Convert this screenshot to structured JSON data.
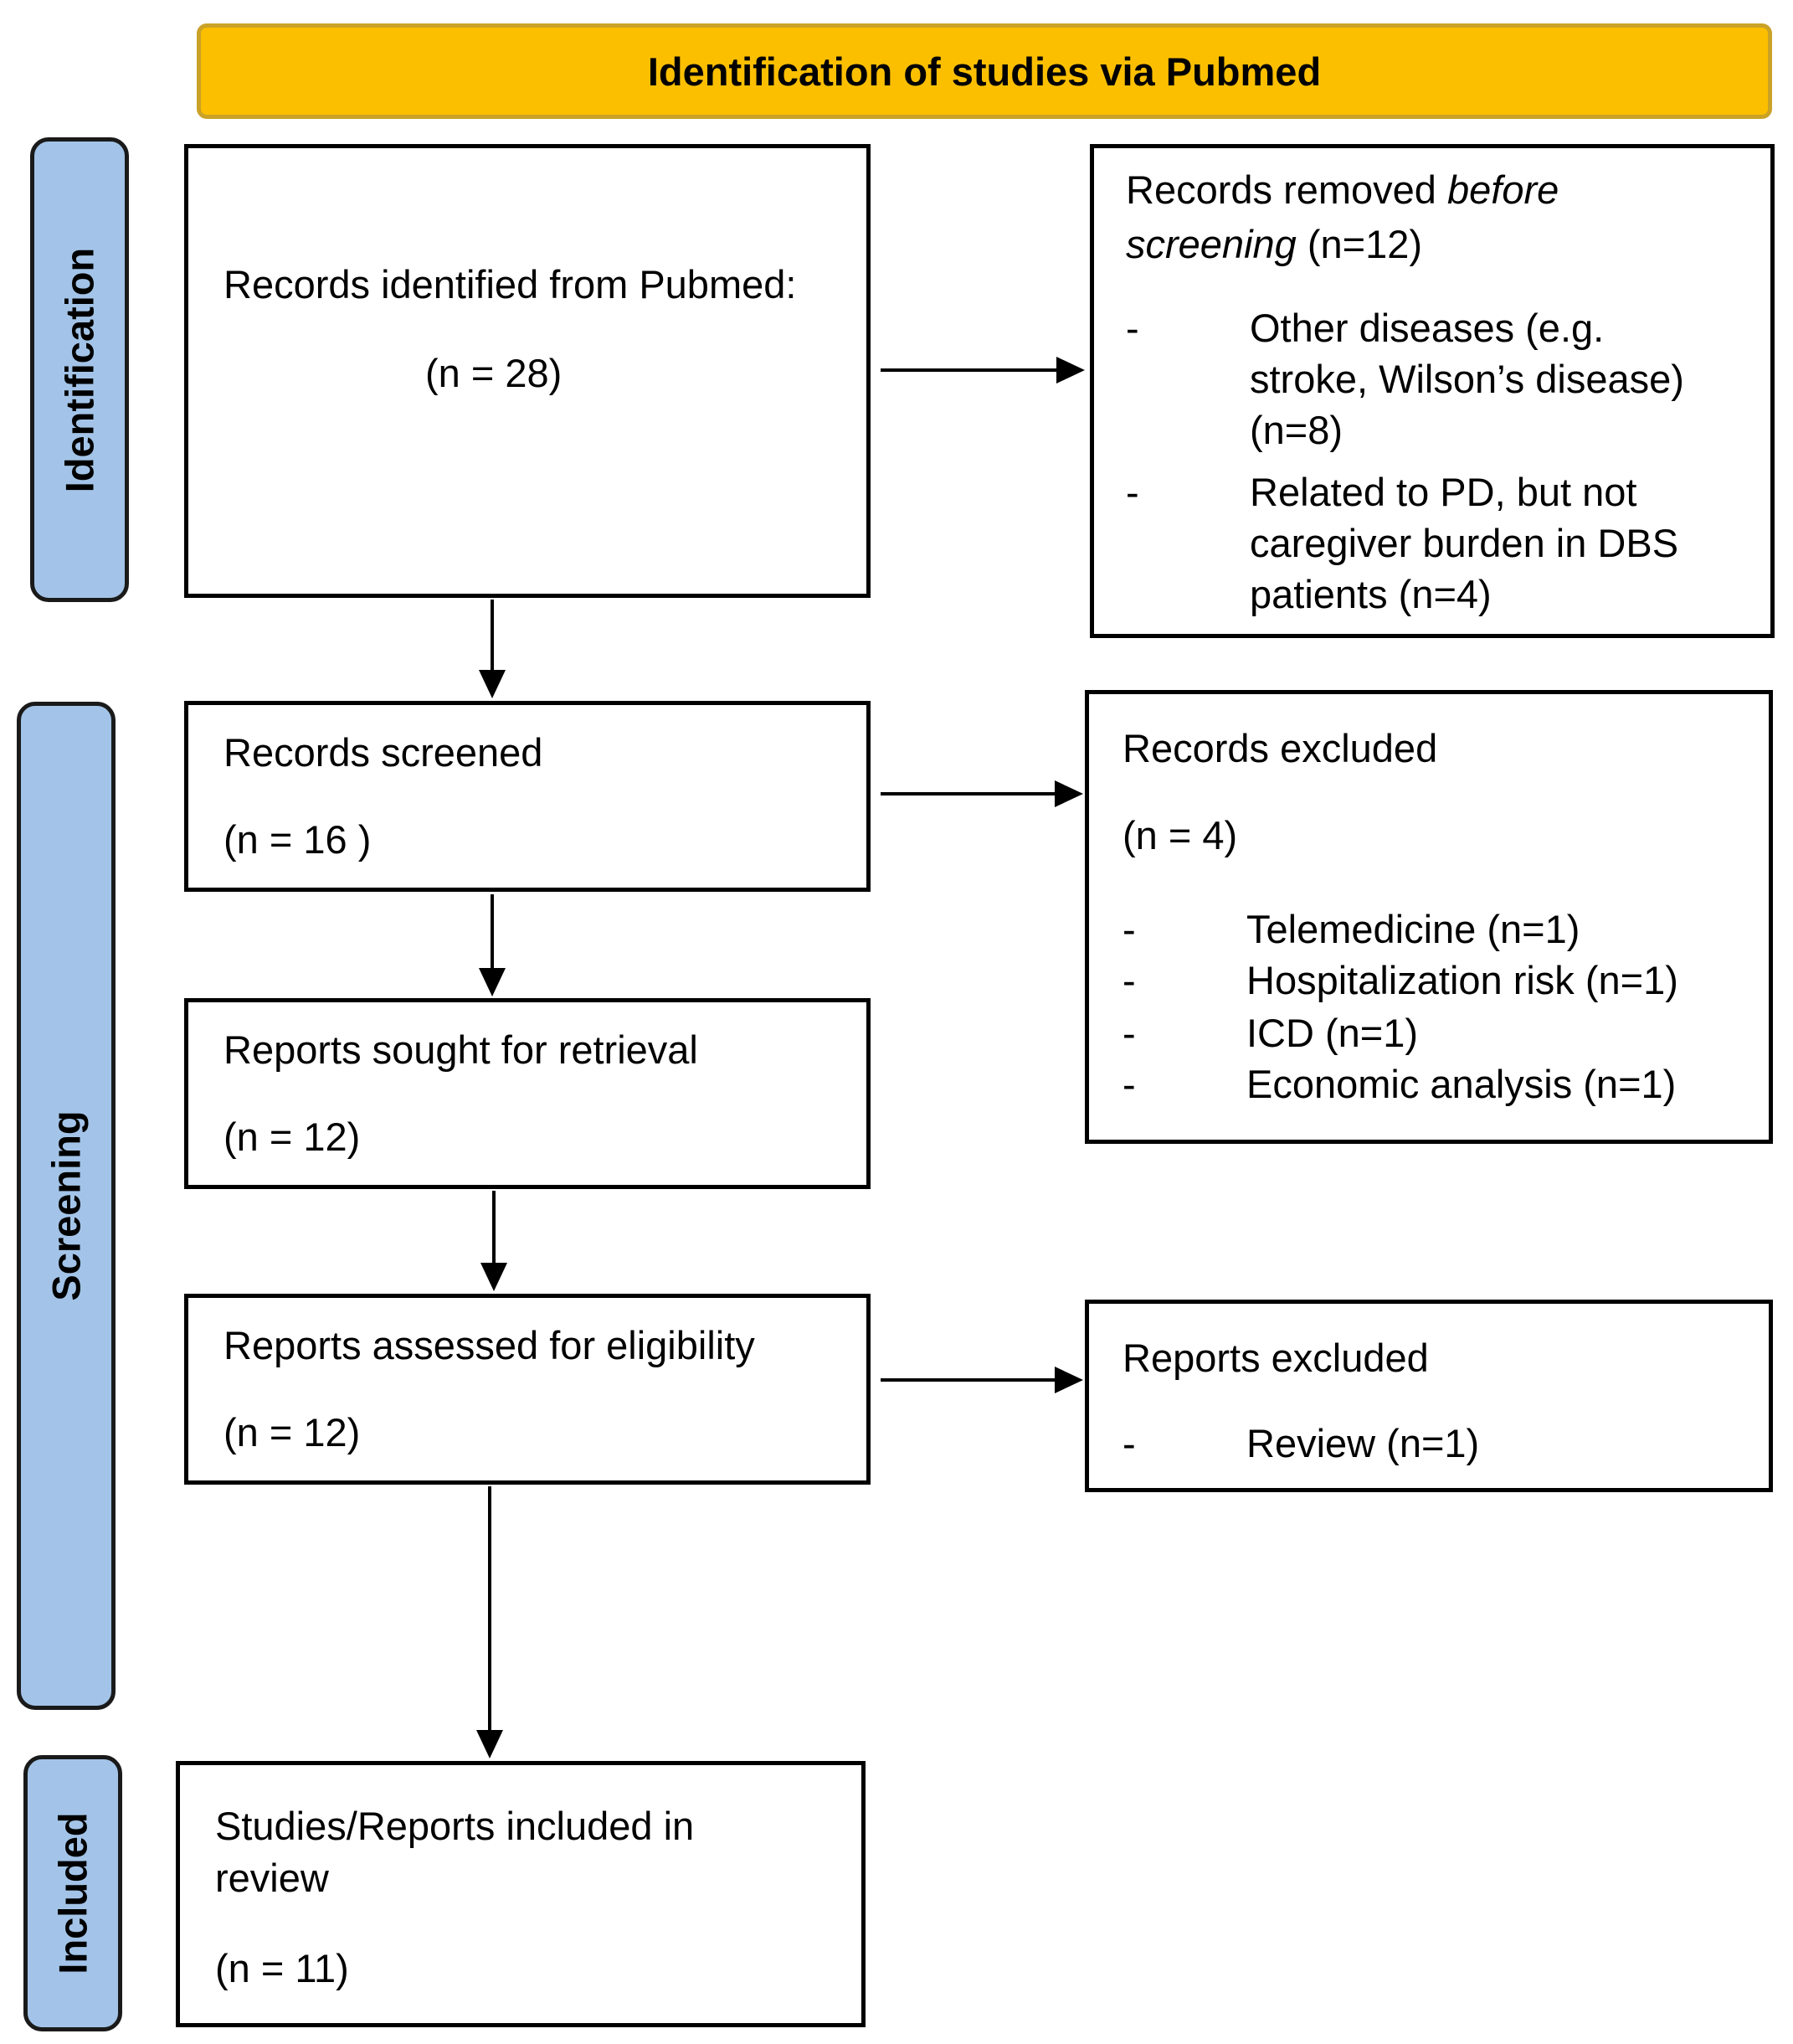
{
  "banner": {
    "title": "Identification of studies via Pubmed"
  },
  "stages": {
    "identification": "Identification",
    "screening": "Screening",
    "included": "Included"
  },
  "boxes": {
    "identified": {
      "line1": "Records identified from Pubmed:",
      "count": "(n = 28)"
    },
    "removed": {
      "title_pre": "Records removed ",
      "title_em1": "before",
      "title_em2": "screening",
      "title_post": " (n=12)",
      "bullet_marker": "-",
      "items": [
        [
          "Other diseases (e.g.",
          "stroke, Wilson’s disease)",
          "(n=8)"
        ],
        [
          "Related to PD, but not",
          "caregiver burden in DBS",
          "patients (n=4)"
        ]
      ]
    },
    "screened": {
      "title": "Records screened",
      "count": "(n = 16 )"
    },
    "excluded": {
      "title": "Records excluded",
      "count": "(n = 4)",
      "bullet_marker": "-",
      "items": [
        "Telemedicine (n=1)",
        "Hospitalization risk (n=1)",
        "ICD (n=1)",
        "Economic analysis (n=1)"
      ]
    },
    "sought": {
      "title": "Reports sought for retrieval",
      "count": "(n = 12)"
    },
    "assessed": {
      "title": "Reports assessed for eligibility",
      "count": "(n = 12)"
    },
    "reports_excluded": {
      "title": "Reports excluded",
      "bullet_marker": "-",
      "items": [
        "Review (n=1)"
      ]
    },
    "included": {
      "line1": "Studies/Reports included in",
      "line2": "review",
      "count": "(n = 11)"
    }
  },
  "colors": {
    "banner_fill": "#fbbf00",
    "stage_fill": "#a3c4e8",
    "line": "#000000"
  }
}
